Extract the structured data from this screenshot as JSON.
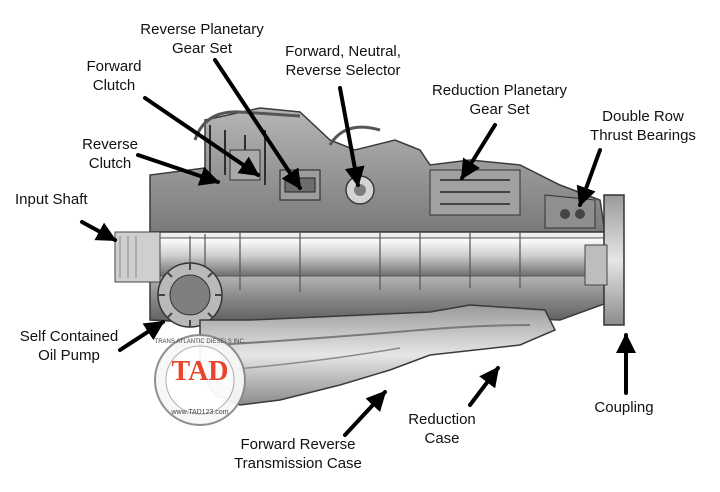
{
  "labels": {
    "reverse_planetary": [
      "Reverse Planetary",
      "Gear Set"
    ],
    "forward_clutch": [
      "Forward",
      "Clutch"
    ],
    "fnr_selector": [
      "Forward, Neutral,",
      "Reverse Selector"
    ],
    "reduction_planetary": [
      "Reduction Planetary",
      "Gear Set"
    ],
    "double_row": [
      "Double Row",
      "Thrust Bearings"
    ],
    "reverse_clutch": [
      "Reverse",
      "Clutch"
    ],
    "input_shaft": [
      "Input Shaft"
    ],
    "self_contained_pump": [
      "Self Contained",
      "Oil Pump"
    ],
    "coupling": [
      "Coupling"
    ],
    "reduction_case": [
      "Reduction",
      "Case"
    ],
    "forward_reverse_case": [
      "Forward Reverse",
      "Transmission Case"
    ]
  },
  "watermark": {
    "letters": "TAD",
    "ring_text": "TRANS ATLANTIC DIESELS INC.",
    "website": "www.TAD123.com"
  },
  "colors": {
    "arrow": "#000000",
    "logo": "#e8452c",
    "casting_light": "#d8d8d8",
    "casting_dark": "#6a6a6a",
    "background": "#ffffff"
  }
}
